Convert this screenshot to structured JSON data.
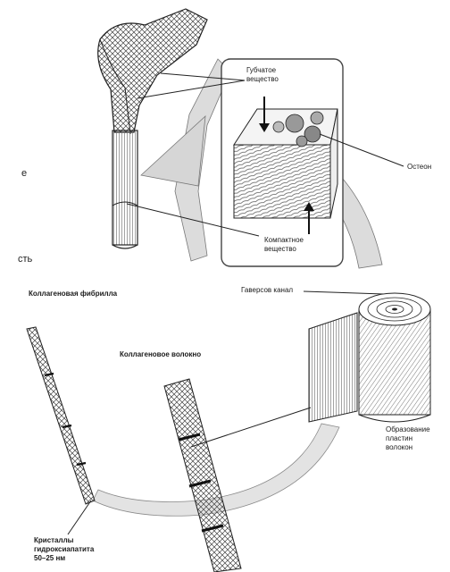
{
  "labels": {
    "spongy_bone": "Губчатое\nвещество",
    "compact_bone": "Компактное\nвещество",
    "osteon": "Остеон",
    "haversian_canal": "Гаверсов канал",
    "collagen_fibril": "Коллагеновая фибрилла",
    "collagen_fiber": "Коллагеновое волокно",
    "lamellae": "Образование\nпластин\nволокон",
    "hydroxyapatite": "Кристаллы\nгидроксиапатита\n50–25 нм"
  },
  "side_text": {
    "fragment_1": "е",
    "fragment_2": "сть"
  },
  "colors": {
    "ink": "#1a1a1a",
    "arrow_fill": "#d9d9d9",
    "panel_border": "#444444"
  }
}
